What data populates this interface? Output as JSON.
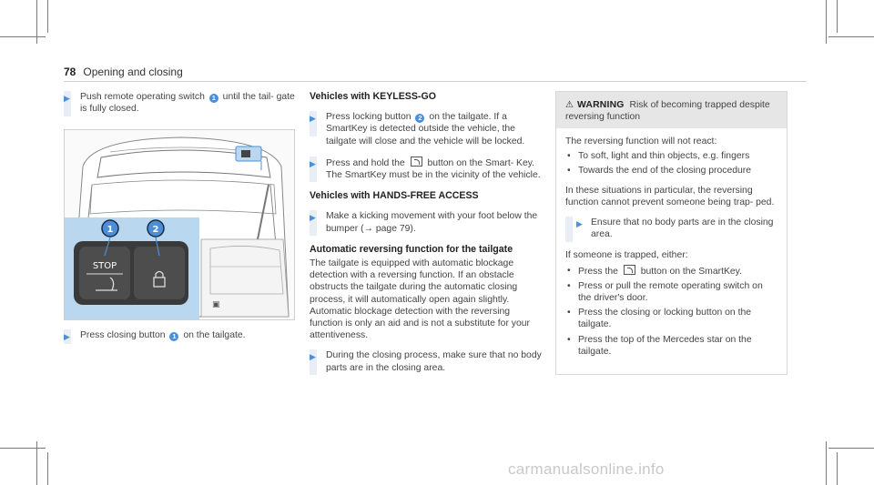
{
  "header": {
    "page_number": "78",
    "section": "Opening and closing"
  },
  "col1": {
    "step1": {
      "text_before": "Push remote operating switch",
      "badge": "1",
      "text_after": "until the tail- gate is fully closed."
    },
    "figure": {
      "callout1": "1",
      "callout2": "2",
      "stop_label": "STOP"
    },
    "step2": {
      "text_before": "Press closing button",
      "badge": "1",
      "text_after": "on the tailgate."
    }
  },
  "col2": {
    "heading1": "Vehicles with KEYLESS-GO",
    "step1": {
      "text_before": "Press locking button",
      "badge": "2",
      "text_after": "on the tailgate. If a SmartKey is detected outside the vehicle, the tailgate will close and the vehicle will be locked."
    },
    "step2": {
      "text_before": "Press and hold the",
      "text_after": "button on the Smart- Key. The SmartKey must be in the vicinity of the vehicle."
    },
    "heading2": "Vehicles with HANDS-FREE ACCESS",
    "step3": "Make a kicking movement with your foot below the bumper (→ page 79).",
    "heading3": "Automatic reversing function for the tailgate",
    "para": "The tailgate is equipped with automatic blockage detection with a reversing function. If an obstacle obstructs the tailgate during the automatic closing process, it will automatically open again slightly. Automatic blockage detection with the reversing function is only an aid and is not a substitute for your attentiveness.",
    "step4": "During the closing process, make sure that no body parts are in the closing area."
  },
  "col3": {
    "warning_label": "WARNING",
    "warning_title": "Risk of becoming trapped despite reversing function",
    "intro": "The reversing function will not react:",
    "bullets1": [
      "To soft, light and thin objects, e.g. fingers",
      "Towards the end of the closing procedure"
    ],
    "para": "In these situations in particular, the reversing function cannot prevent someone being trap- ped.",
    "step": "Ensure that no body parts are in the closing area.",
    "intro2": "If someone is trapped, either:",
    "bullet_key": {
      "before": "Press the",
      "after": "button on the SmartKey."
    },
    "bullets2": [
      "Press or pull the remote operating switch on the driver's door.",
      "Press the closing or locking button on the tailgate.",
      "Press the top of the Mercedes star on the tailgate."
    ]
  },
  "watermark": "carmanualsonline.info",
  "colors": {
    "accent": "#4a8fd8",
    "step_bar": "#e9eef6",
    "warning_bg": "#e6e6e6",
    "inset_bg": "#b9d7ee"
  }
}
